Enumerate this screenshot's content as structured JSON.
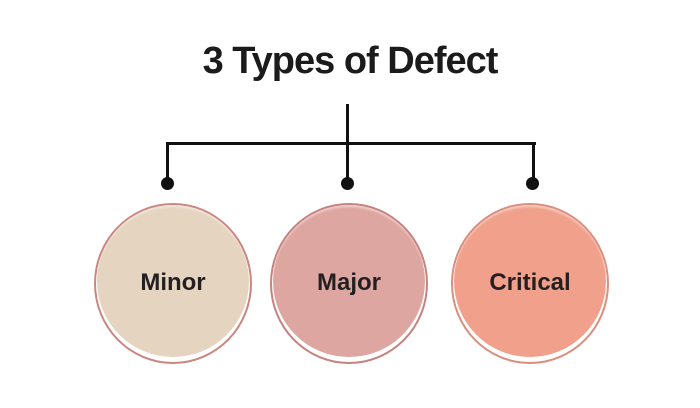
{
  "title": "3 Types of Defect",
  "colors": {
    "background": "#ffffff",
    "title_text": "#1b1b1b",
    "connector_line": "#111111",
    "label_text": "#241f21"
  },
  "nodes": [
    {
      "label": "Minor",
      "fill": "#e4d4c0",
      "border": "#ca867f"
    },
    {
      "label": "Major",
      "fill": "#dea6a1",
      "border": "#c5827e"
    },
    {
      "label": "Critical",
      "fill": "#f0a08b",
      "border": "#da8e7e"
    }
  ]
}
